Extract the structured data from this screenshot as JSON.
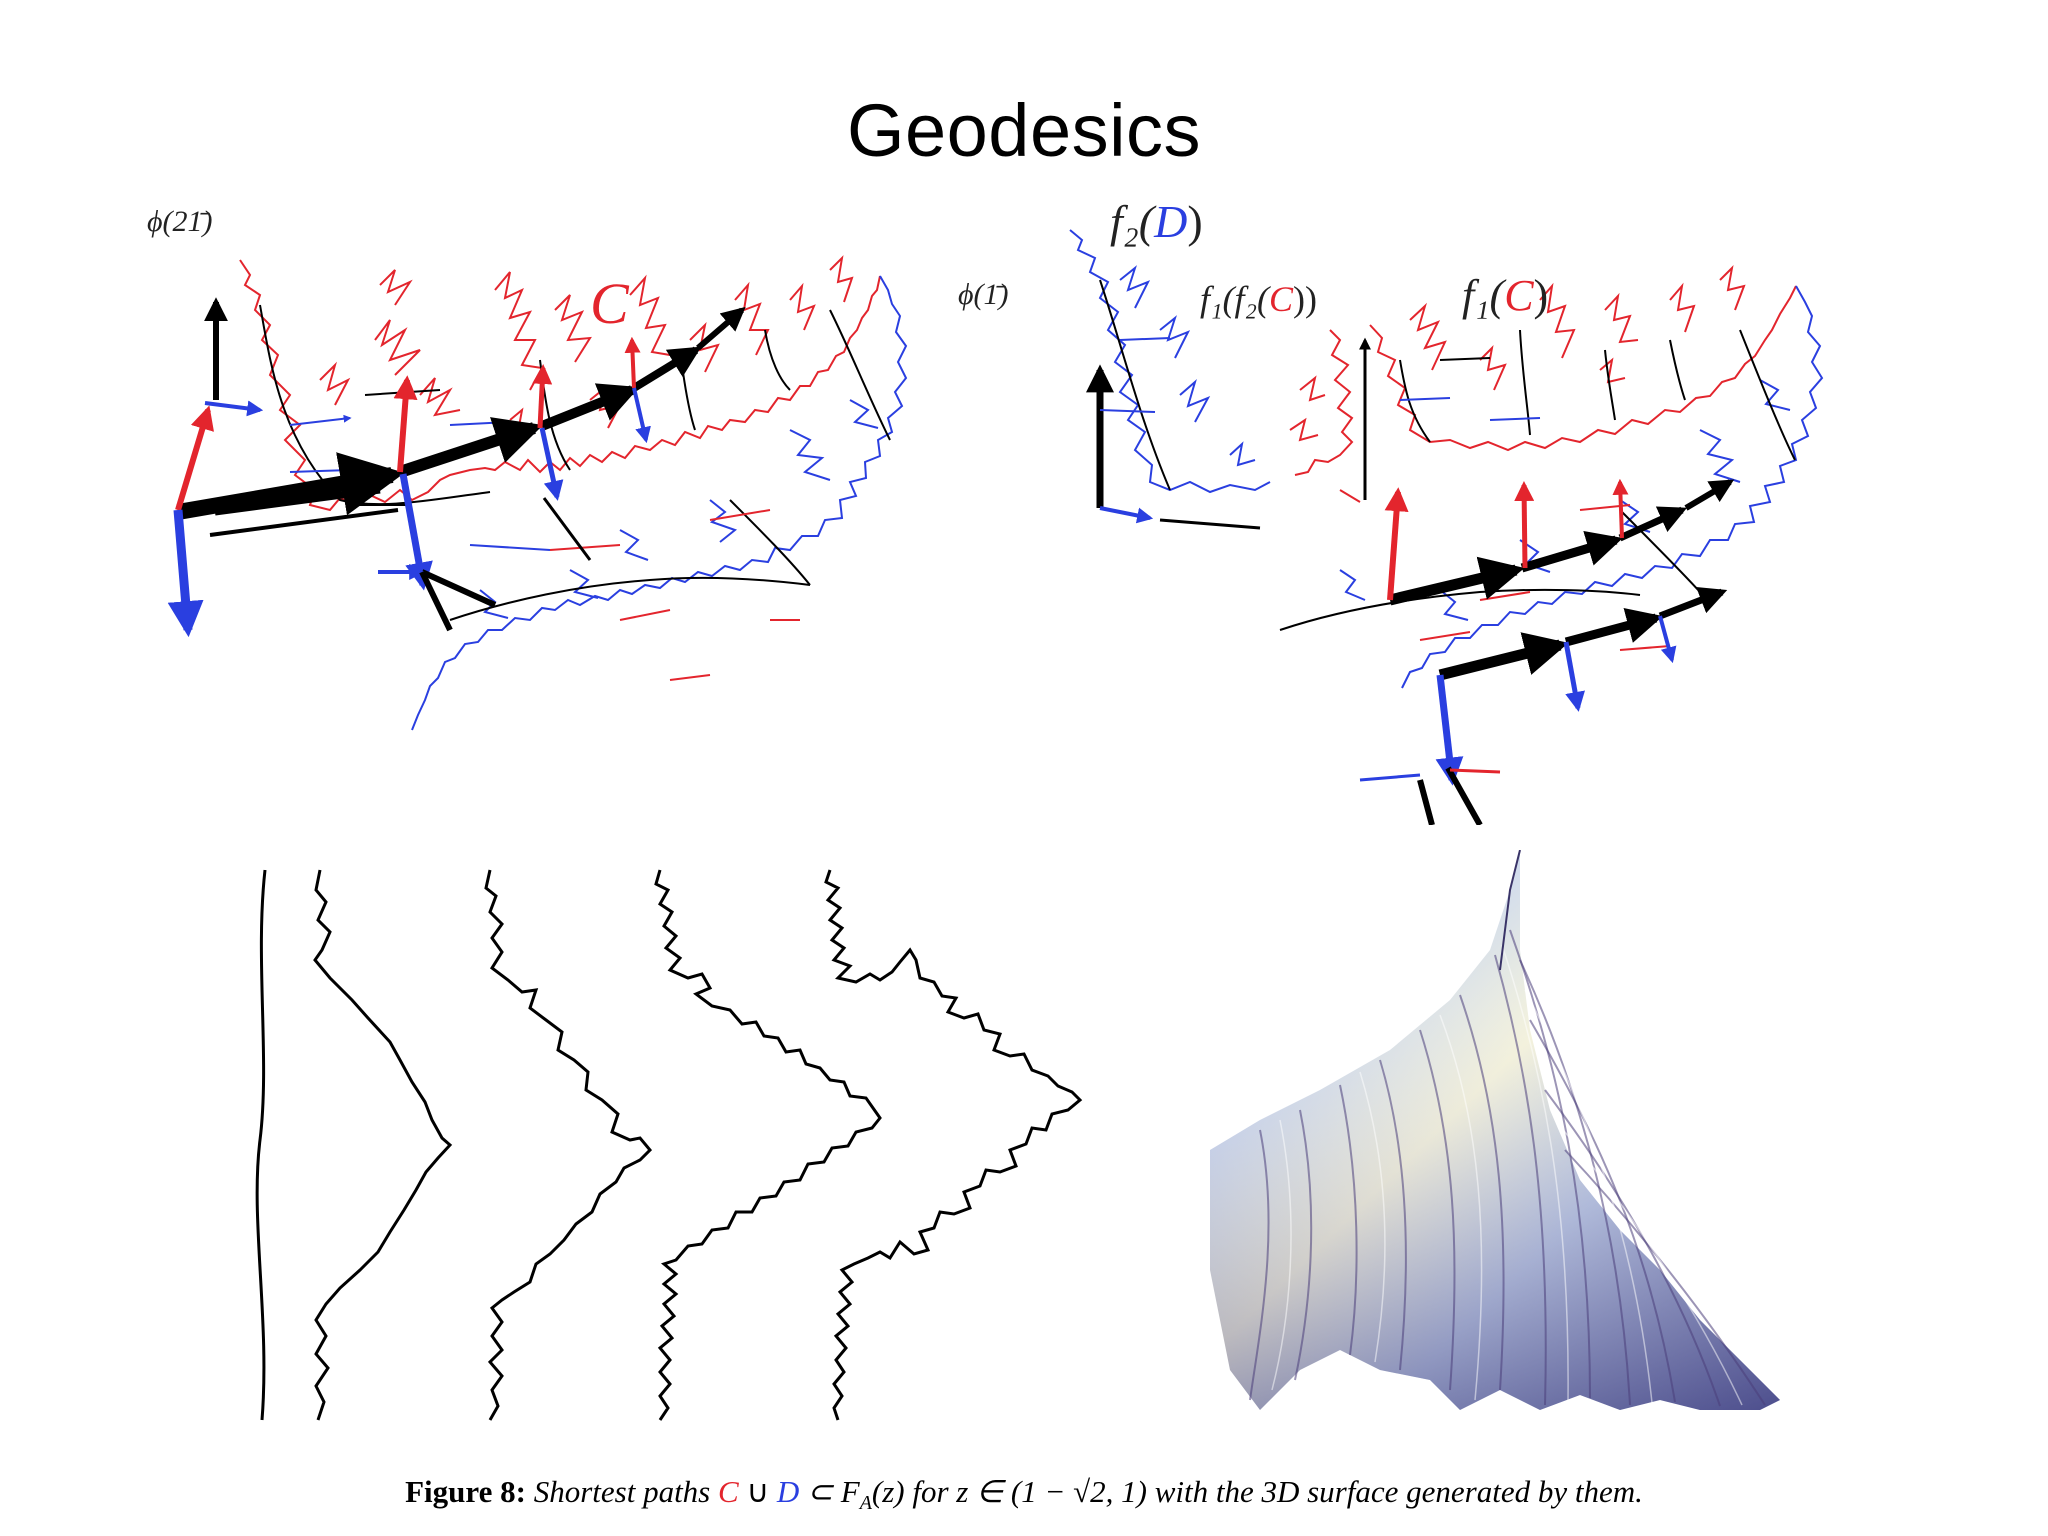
{
  "slide": {
    "title": "Geodesics"
  },
  "left_panel": {
    "label_phi_21": "ϕ(21̄)",
    "label_C": "C",
    "label_phi_1": "ϕ(1̄)"
  },
  "right_panel": {
    "label_f2D_pre": "f₂(",
    "label_f2D_D": "D",
    "label_f2D_post": ")",
    "label_f1f2C_pre": "f₁(f₂(",
    "label_f1f2C_C": "C",
    "label_f1f2C_post": "))",
    "label_f1C_pre": "f₁(",
    "label_f1C_C": "C",
    "label_f1C_post": ")"
  },
  "caption": {
    "figure_label": "Figure 8:",
    "part1": "Shortest paths ",
    "C": "C",
    "union": " ∪ ",
    "D": "D",
    "part2": " ⊂ F",
    "sub_A": "A",
    "part3": "(z) for z ∈ (1 − √2, 1) with the 3D surface generated by them."
  },
  "colors": {
    "red": "#e3252d",
    "blue": "#2a3fe0",
    "black": "#000000"
  }
}
